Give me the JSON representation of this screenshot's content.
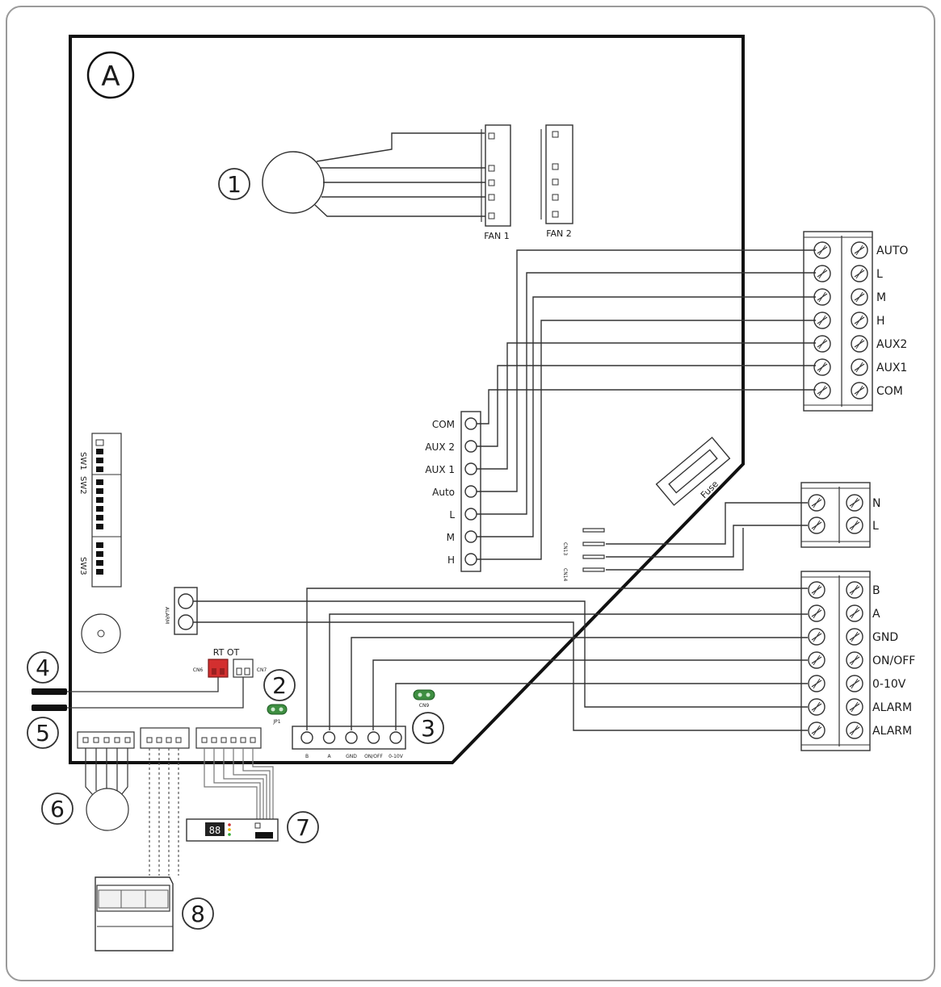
{
  "board_label": "A",
  "callouts": [
    "1",
    "2",
    "3",
    "4",
    "5",
    "6",
    "7",
    "8"
  ],
  "fan_connectors": [
    "FAN 1",
    "FAN 2"
  ],
  "terminal_block_1": [
    "AUTO",
    "L",
    "M",
    "H",
    "AUX2",
    "AUX1",
    "COM"
  ],
  "terminal_block_2": [
    "N",
    "L"
  ],
  "terminal_block_3": [
    "B",
    "A",
    "GND",
    "ON/OFF",
    "0-10V",
    "ALARM",
    "ALARM"
  ],
  "board_header": [
    "COM",
    "AUX 2",
    "AUX 1",
    "Auto",
    "L",
    "M",
    "H"
  ],
  "bottom_header": [
    "B",
    "A",
    "GND",
    "ON/OFF",
    "0-10V"
  ],
  "fuse_label": "Fuse",
  "rt_ot_label": "RT OT",
  "dip_switches": [
    "SW1",
    "SW2",
    "SW3"
  ],
  "small_labels": {
    "cn6": "CN6",
    "cn7": "CN7",
    "jp1": "JP1",
    "cn9": "CN9",
    "alarm_out": "ALARM",
    "cn13": "CN13",
    "cn14": "CN14"
  },
  "display_digits": "88"
}
